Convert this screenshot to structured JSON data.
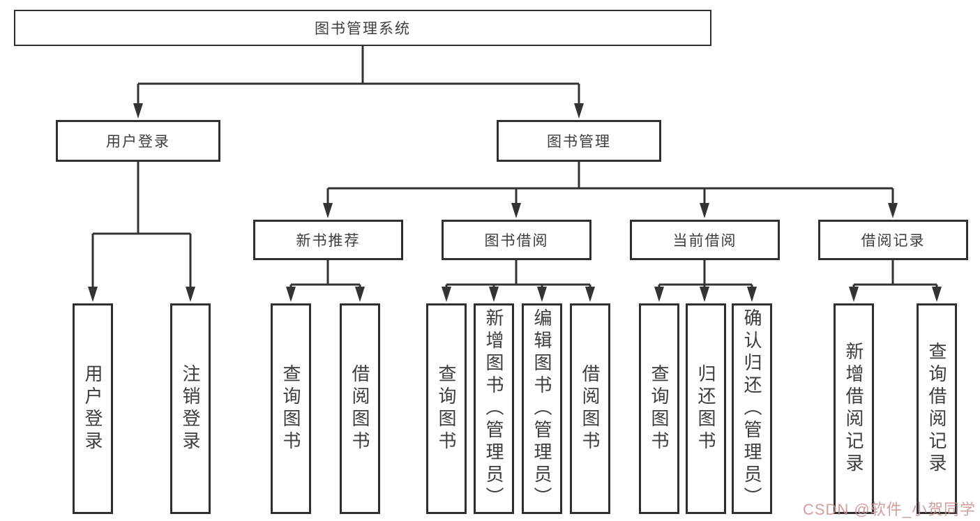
{
  "diagram": {
    "title": "图书管理系统",
    "colors": {
      "line": "#333333",
      "border": "#2f2f2f",
      "text": "#3d3d3d",
      "background": "#ffffff",
      "watermark": "#cb8d8d"
    },
    "nodes": {
      "root": {
        "label": "图书管理系统"
      },
      "user_login": {
        "label": "用户登录"
      },
      "book_management": {
        "label": "图书管理"
      },
      "new_book_recommend": {
        "label": "新书推荐"
      },
      "book_borrow": {
        "label": "图书借阅"
      },
      "current_borrow": {
        "label": "当前借阅"
      },
      "borrow_record": {
        "label": "借阅记录"
      },
      "leaf_user_login": {
        "label": "用户登录"
      },
      "leaf_logout": {
        "label": "注销登录"
      },
      "leaf_query_book_recommend": {
        "label": "查询图书"
      },
      "leaf_borrow_book_recommend": {
        "label": "借阅图书"
      },
      "leaf_query_book_borrow": {
        "label": "查询图书"
      },
      "leaf_add_book_admin": {
        "label": "新增图书（管理员）"
      },
      "leaf_edit_book_admin": {
        "label": "编辑图书（管理员）"
      },
      "leaf_borrow_book": {
        "label": "借阅图书"
      },
      "leaf_query_book_current": {
        "label": "查询图书"
      },
      "leaf_return_book": {
        "label": "归还图书"
      },
      "leaf_confirm_return_admin": {
        "label": "确认归还（管理员）"
      },
      "leaf_add_borrow_record": {
        "label": "新增借阅记录"
      },
      "leaf_query_borrow_record": {
        "label": "查询借阅记录"
      }
    },
    "watermark": "CSDN @软件_小贺同学"
  }
}
